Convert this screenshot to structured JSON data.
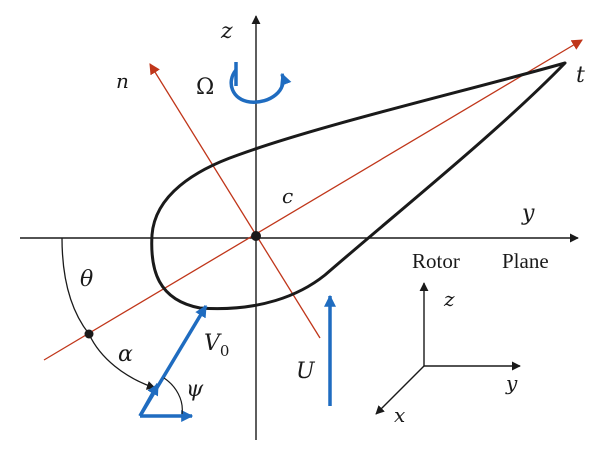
{
  "labels": {
    "z_axis": "z",
    "n_axis": "n",
    "omega": "Ω",
    "t": "t",
    "c": "c",
    "y_axis": "y",
    "rotor": "Rotor",
    "plane": "Plane",
    "theta": "θ",
    "alpha": "α",
    "v0": "V",
    "v0_sub": "0",
    "psi": "ψ",
    "u": "U",
    "triad_z": "z",
    "triad_y": "y",
    "triad_x": "x"
  },
  "colors": {
    "axis": "#1a1a1a",
    "chord_line": "#c0361a",
    "velocity": "#1f6cc0",
    "airfoil": "#1a1a1a"
  }
}
